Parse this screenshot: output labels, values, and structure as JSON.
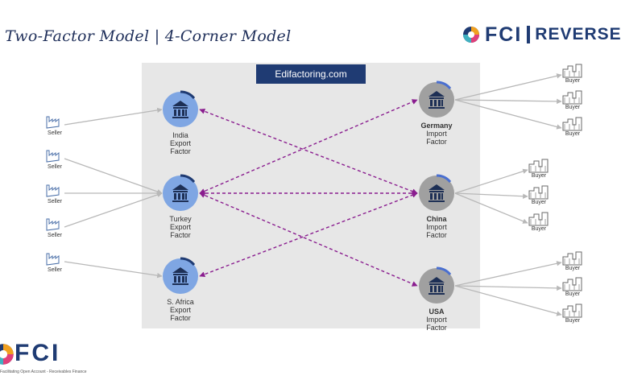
{
  "title": "Two-Factor Model | 4-Corner Model",
  "brand": {
    "name": "FCI",
    "product": "REVERSE",
    "tagline": "Facilitating Open Account - Receivables Finance"
  },
  "site_label": "Edifactoring.com",
  "sellers": [
    {
      "label": "Seller"
    },
    {
      "label": "Seller"
    },
    {
      "label": "Seller"
    },
    {
      "label": "Seller"
    },
    {
      "label": "Seller"
    }
  ],
  "export_factors": [
    {
      "line1": "India",
      "line2": "Export",
      "line3": "Factor"
    },
    {
      "line1": "Turkey",
      "line2": "Export",
      "line3": "Factor"
    },
    {
      "line1": "S. Africa",
      "line2": "Export",
      "line3": "Factor"
    }
  ],
  "import_factors": [
    {
      "line1": "Germany",
      "line2": "Import",
      "line3": "Factor"
    },
    {
      "line1": "China",
      "line2": "Import",
      "line3": "Factor"
    },
    {
      "line1": "USA",
      "line2": "Import",
      "line3": "Factor"
    }
  ],
  "buyers": [
    {
      "label": "Buyer"
    },
    {
      "label": "Buyer"
    },
    {
      "label": "Buyer"
    },
    {
      "label": "Buyer"
    },
    {
      "label": "Buyer"
    },
    {
      "label": "Buyer"
    },
    {
      "label": "Buyer"
    },
    {
      "label": "Buyer"
    },
    {
      "label": "Buyer"
    }
  ],
  "colors": {
    "export": "#7fa6e3",
    "import": "#a0a0a0",
    "dashed": "#8a1d8f",
    "navy": "#1f3b73"
  }
}
